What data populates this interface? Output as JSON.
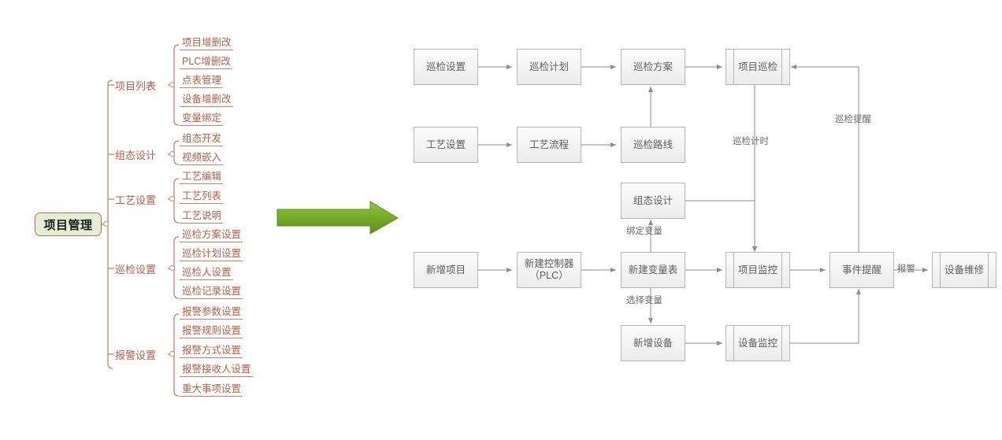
{
  "mindmap": {
    "root": {
      "label": "项目管理"
    },
    "branches": [
      {
        "label": "项目列表",
        "leaves": [
          "项目增删改",
          "PLC增删改",
          "点表管理",
          "设备增删改",
          "变量绑定"
        ]
      },
      {
        "label": "组态设计",
        "leaves": [
          "组态开发",
          "视频嵌入"
        ]
      },
      {
        "label": "工艺设置",
        "leaves": [
          "工艺编辑",
          "工艺列表",
          "工艺说明"
        ]
      },
      {
        "label": "巡检设置",
        "leaves": [
          "巡检方案设置",
          "巡检计划设置",
          "巡检人设置",
          "巡检记录设置"
        ]
      },
      {
        "label": "报警设置",
        "leaves": [
          "报警参数设置",
          "报警规则设置",
          "报警方式设置",
          "报警接收人设置",
          "重大事项设置"
        ]
      }
    ]
  },
  "transition_arrow": {
    "color": "#76ab28",
    "direction": "right"
  },
  "flowchart": {
    "nodes": [
      {
        "id": "n1",
        "label": "巡检设置",
        "shape": "process"
      },
      {
        "id": "n2",
        "label": "巡检计划",
        "shape": "process"
      },
      {
        "id": "n3",
        "label": "巡检方案",
        "shape": "process"
      },
      {
        "id": "n4",
        "label": "项目巡检",
        "shape": "predefined-process"
      },
      {
        "id": "n5",
        "label": "工艺设置",
        "shape": "process"
      },
      {
        "id": "n6",
        "label": "工艺流程",
        "shape": "process"
      },
      {
        "id": "n7",
        "label": "巡检路线",
        "shape": "process"
      },
      {
        "id": "n8",
        "label": "组态设计",
        "shape": "process"
      },
      {
        "id": "n9",
        "label": "新增项目",
        "shape": "process"
      },
      {
        "id": "n10",
        "label": "新建控制器\n（PLC）",
        "shape": "process"
      },
      {
        "id": "n11",
        "label": "新建变量表",
        "shape": "process"
      },
      {
        "id": "n12",
        "label": "项目监控",
        "shape": "predefined-process"
      },
      {
        "id": "n13",
        "label": "事件提醒",
        "shape": "process"
      },
      {
        "id": "n14",
        "label": "设备维修",
        "shape": "predefined-process"
      },
      {
        "id": "n15",
        "label": "新增设备",
        "shape": "process"
      },
      {
        "id": "n16",
        "label": "设备监控",
        "shape": "predefined-process"
      }
    ],
    "edge_labels": [
      {
        "id": "e_timer",
        "text": "巡检计时"
      },
      {
        "id": "e_remind",
        "text": "巡检提醒"
      },
      {
        "id": "e_bind",
        "text": "绑定变量"
      },
      {
        "id": "e_select",
        "text": "选择变量"
      },
      {
        "id": "e_alarm",
        "text": "报警"
      }
    ]
  },
  "colors": {
    "mindmap_accent": "#b0604c",
    "mindmap_root_fill": "#e4eed4",
    "flow_border": "#b6b6b6",
    "flow_text": "#5e5e5e",
    "arrow_green": "#76ab28"
  }
}
